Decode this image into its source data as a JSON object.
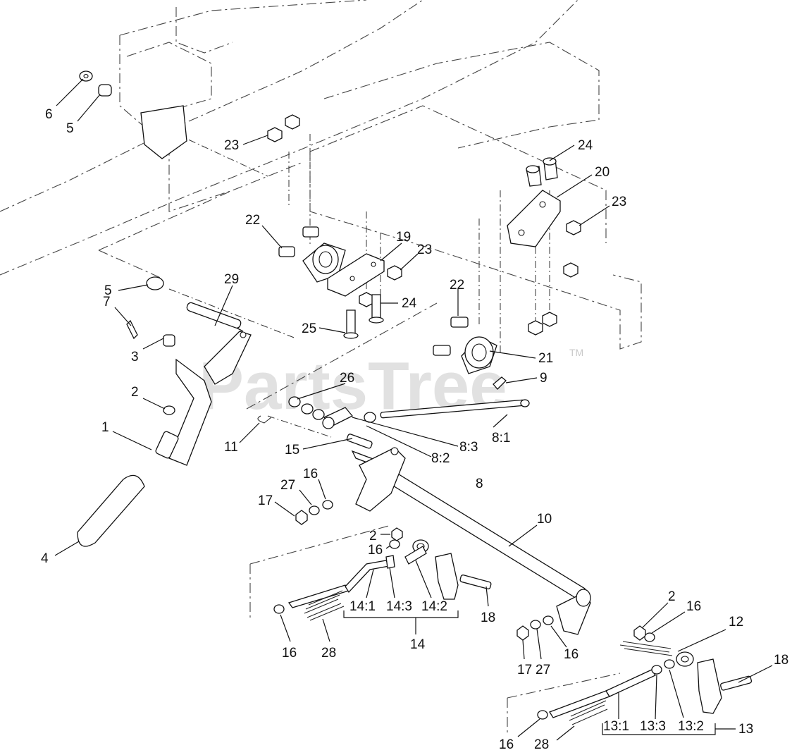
{
  "watermark": {
    "text": "PartsTree",
    "trademark": "TM"
  },
  "labels": [
    "6",
    "5",
    "23",
    "24",
    "20",
    "23",
    "22",
    "19",
    "23",
    "5",
    "29",
    "7",
    "3",
    "2",
    "1",
    "25",
    "24",
    "22",
    "21",
    "26",
    "9",
    "11",
    "15",
    "8:3",
    "8:1",
    "8:2",
    "8",
    "16",
    "27",
    "17",
    "4",
    "10",
    "2",
    "16",
    "14:1",
    "14:3",
    "14:2",
    "18",
    "16",
    "28",
    "14",
    "2",
    "16",
    "12",
    "18",
    "17",
    "27",
    "16",
    "13:1",
    "13:3",
    "13:2",
    "13",
    "16",
    "28"
  ]
}
